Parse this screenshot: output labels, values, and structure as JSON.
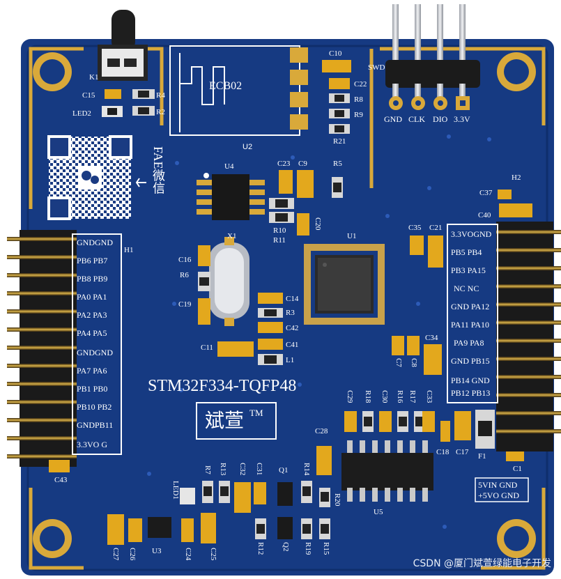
{
  "board": {
    "module_label": "ECB02",
    "module_ref": "U2",
    "mcu_title": "STM32F334-TQFP48",
    "brand_logo": "斌萱",
    "trademark": "TM",
    "qr_caption": "FAE微信",
    "debug_header": "SWD",
    "swd_pins": [
      "GND",
      "CLK",
      "DIO",
      "3.3V"
    ],
    "watermark": "CSDN @厦门斌萱绿能电子开发"
  },
  "header_h1": {
    "ref": "H1",
    "rows": [
      "GNDGND",
      "PB6  PB7",
      "PB8 PB9",
      "PA0 PA1",
      "PA2 PA3",
      "PA4 PA5",
      "GNDGND",
      "PA7  PA6",
      "PB1  PB0",
      "PB10 PB2",
      "GNDPB11",
      "3.3VO G"
    ]
  },
  "header_h2": {
    "ref": "H2",
    "rows": [
      "3.3VOGND",
      "PB5  PB4",
      "PB3  PA15",
      "NC   NC",
      "GND PA12",
      "PA11 PA10",
      "PA9  PA8",
      "GND PB15",
      "PB14  GND",
      "PB12 PB13"
    ]
  },
  "power_box": {
    "line1": "5VIN GND",
    "line2": "+5VO GND"
  },
  "refs": {
    "k1": "K1",
    "c15": "C15",
    "r4": "R4",
    "led2": "LED2",
    "r2": "R2",
    "c10": "C10",
    "c22": "C22",
    "r8": "R8",
    "r9": "R9",
    "r21": "R21",
    "u4": "U4",
    "c23": "C23",
    "c9": "C9",
    "r5": "R5",
    "r10": "R10",
    "r11": "R11",
    "c20": "C20",
    "x1": "X1",
    "c16": "C16",
    "r6": "R6",
    "c19": "C19",
    "c14": "C14",
    "r3": "R3",
    "c42": "C42",
    "c11": "C11",
    "c41": "C41",
    "l1": "L1",
    "u1": "U1",
    "c35": "C35",
    "c21": "C21",
    "c37": "C37",
    "c40": "C40",
    "c7": "C7",
    "c8": "C8",
    "c34": "C34",
    "c29": "C29",
    "r18": "R18",
    "c30": "C30",
    "r16": "R16",
    "r17": "R17",
    "c33": "C33",
    "c18": "C18",
    "c17": "C17",
    "f1": "F1",
    "c1": "C1",
    "c28": "C28",
    "r7": "R7",
    "r13": "R13",
    "c32": "C32",
    "c31": "C31",
    "q1": "Q1",
    "r14": "R14",
    "r20": "R20",
    "led1": "LED1",
    "u5": "U5",
    "c43": "C43",
    "c27": "C27",
    "c26": "C26",
    "u3": "U3",
    "c24": "C24",
    "c25": "C25",
    "r12": "R12",
    "q2": "Q2",
    "r19": "R19",
    "r15": "R15"
  },
  "colors": {
    "pcb": "#163a82",
    "pcb_dark": "#0e2b66",
    "gold": "#d9a93a",
    "silk": "#ffffff",
    "capacitor": "#e3a81d"
  }
}
